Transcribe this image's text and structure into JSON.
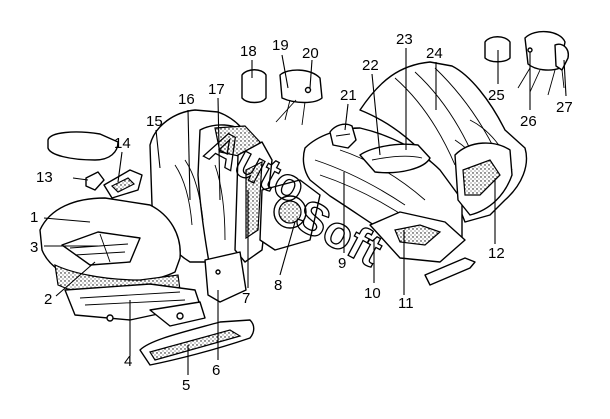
{
  "labels": {
    "n1": "1",
    "n2": "2",
    "n3": "3",
    "n4": "4",
    "n5": "5",
    "n6": "6",
    "n7": "7",
    "n8": "8",
    "n9": "9",
    "n10": "10",
    "n11": "11",
    "n12": "12",
    "n13": "13",
    "n14": "14",
    "n15": "15",
    "n16": "16",
    "n17": "17",
    "n18": "18",
    "n19": "19",
    "n20": "20",
    "n21": "21",
    "n22": "22",
    "n23": "23",
    "n24": "24",
    "n25": "25",
    "n26": "26",
    "n27": "27"
  },
  "watermark": {
    "text1": "Auto",
    "text2": "Soft"
  }
}
